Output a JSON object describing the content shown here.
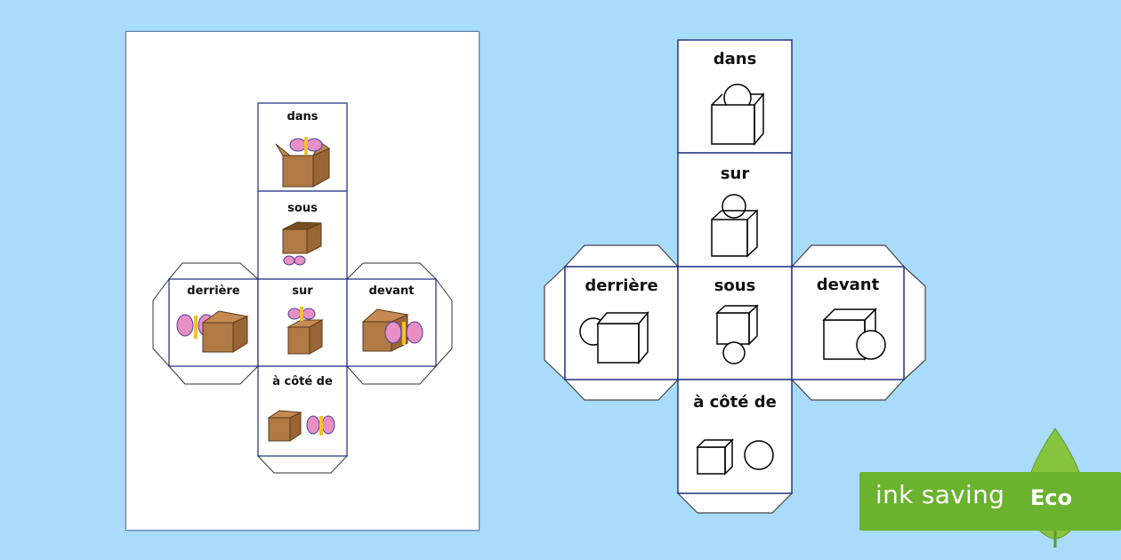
{
  "left_cube": {
    "labels": {
      "top": "dans",
      "second": "sous",
      "left": "derrière",
      "center": "sur",
      "right": "devant",
      "bottom": "à côté de"
    }
  },
  "right_cube": {
    "labels": {
      "top": "dans",
      "second": "sur",
      "left": "derrière",
      "center": "sous",
      "right": "devant",
      "bottom": "à côté de"
    }
  },
  "badge": {
    "text": "ink saving",
    "word": "Eco",
    "icon": "leaf-icon"
  },
  "colors": {
    "background": "#a9dcfb",
    "face_border": "#1a2a80",
    "box": "#b07a44",
    "badge": "#6bb22f"
  }
}
